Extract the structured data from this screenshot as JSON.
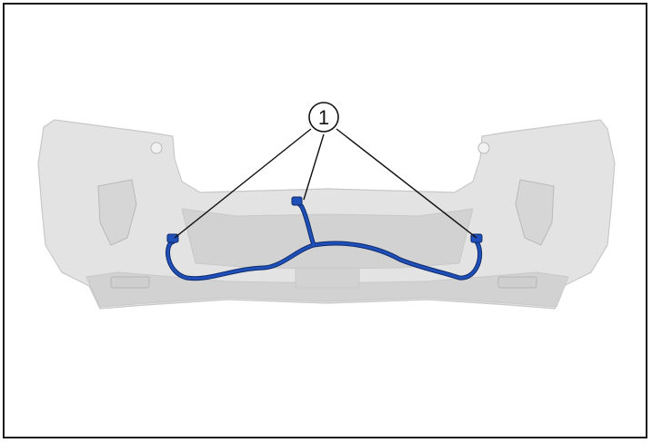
{
  "figure": {
    "callout": {
      "number": "1"
    },
    "colors": {
      "bumper_fill": "#e3e3e3",
      "bumper_edge": "#c8c8c8",
      "bumper_shadow": "#d2d2d2",
      "harness": "#1f4fb8",
      "harness_outline": "#0d2a6b",
      "leader": "#111111",
      "frame": "#1a1a1a"
    },
    "icons": [
      "wiring-harness",
      "bumper-cover",
      "callout-circle"
    ]
  }
}
